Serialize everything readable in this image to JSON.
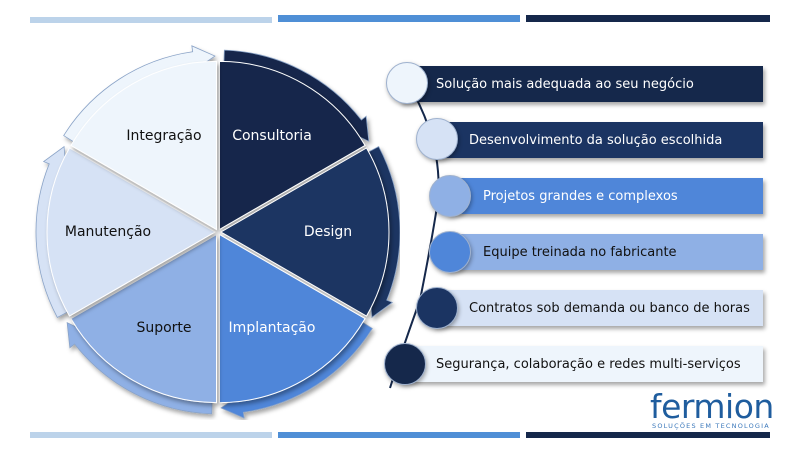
{
  "colors": {
    "navy": "#15284b",
    "dark_blue": "#1b3462",
    "mid_blue": "#4f86d9",
    "soft_blue": "#8fb0e5",
    "pale_blue": "#d6e2f5",
    "ice_blue": "#eef5fc"
  },
  "cycle": {
    "segments": [
      {
        "label": "Consultoria",
        "fill": "#15284b",
        "text_color": "#ffffff"
      },
      {
        "label": "Design",
        "fill": "#1b3462",
        "text_color": "#ffffff"
      },
      {
        "label": "Implantação",
        "fill": "#4f86d9",
        "text_color": "#ffffff"
      },
      {
        "label": "Suporte",
        "fill": "#8fb0e5",
        "text_color": "#111111"
      },
      {
        "label": "Manutenção",
        "fill": "#d6e2f5",
        "text_color": "#111111"
      },
      {
        "label": "Integração",
        "fill": "#eef5fc",
        "text_color": "#111111"
      }
    ]
  },
  "list": {
    "items": [
      {
        "text": "Solução mais adequada ao seu negócio",
        "fill": "#15284b",
        "text_color": "#ffffff",
        "dot": "#eef5fc"
      },
      {
        "text": "Desenvolvimento da solução escolhida",
        "fill": "#1b3462",
        "text_color": "#ffffff",
        "dot": "#d6e2f5"
      },
      {
        "text": "Projetos grandes e complexos",
        "fill": "#4f86d9",
        "text_color": "#ffffff",
        "dot": "#8fb0e5"
      },
      {
        "text": "Equipe treinada no fabricante",
        "fill": "#8fb0e5",
        "text_color": "#111111",
        "dot": "#4f86d9"
      },
      {
        "text": "Contratos sob demanda ou banco de horas",
        "fill": "#d6e2f5",
        "text_color": "#111111",
        "dot": "#1b3462"
      },
      {
        "text": "Segurança, colaboração e redes multi-serviços",
        "fill": "#eef5fc",
        "text_color": "#111111",
        "dot": "#15284b"
      }
    ]
  },
  "logo": {
    "name": "fermion",
    "tagline": "SOLUÇÕES EM TECNOLOGIA"
  }
}
